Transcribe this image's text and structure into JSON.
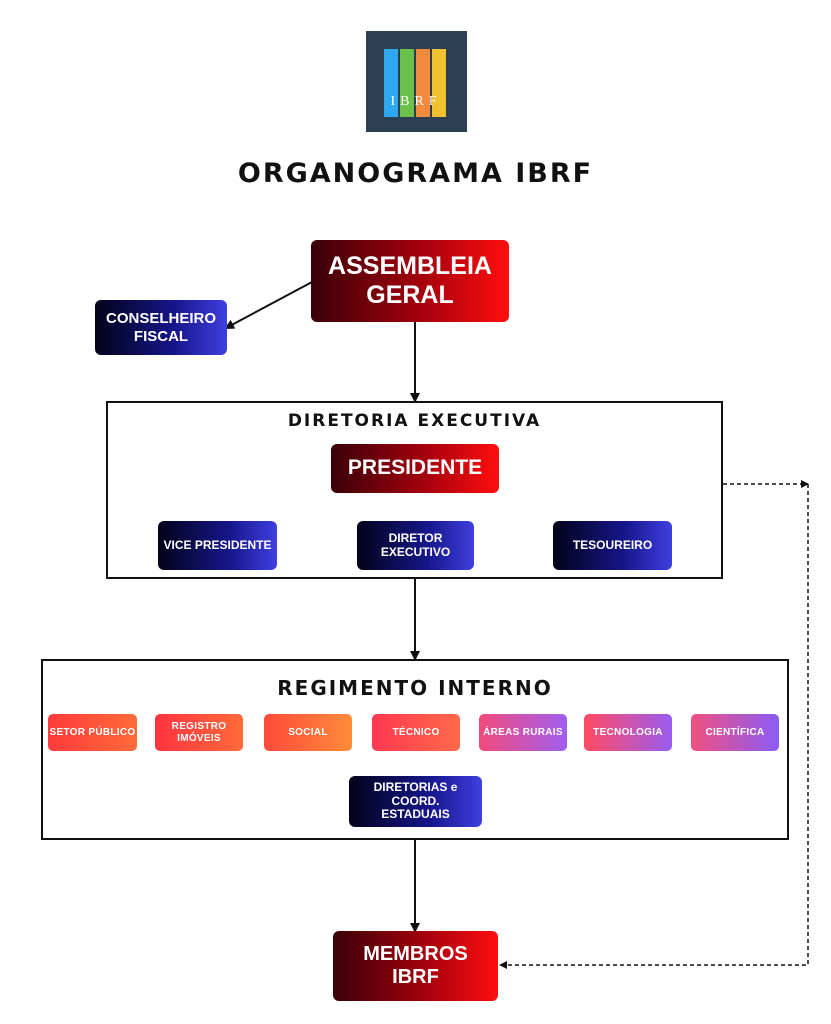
{
  "logo": {
    "text": "IBRF"
  },
  "title": "ORGANOGRAMA IBRF",
  "assembleia": {
    "line1": "ASSEMBLEIA",
    "line2": "GERAL"
  },
  "conselheiro": {
    "line1": "CONSELHEIRO",
    "line2": "FISCAL"
  },
  "diretoria": {
    "title": "DIRETORIA EXECUTIVA",
    "presidente": "PRESIDENTE",
    "vice": "VICE PRESIDENTE",
    "diretor": "DIRETOR EXECUTIVO",
    "tesoureiro": "TESOUREIRO"
  },
  "regimento": {
    "title": "REGIMENTO INTERNO",
    "items": [
      "SETOR PÚBLICO",
      "REGISTRO IMÓVEIS",
      "SOCIAL",
      "TÉCNICO",
      "ÁREAS RURAIS",
      "TECNOLOGIA",
      "CIENTÍFICA"
    ],
    "coord_line1": "DIRETORIAS e COORD.",
    "coord_line2": "ESTADUAIS"
  },
  "membros": {
    "line1": "MEMBROS",
    "line2": "IBRF"
  },
  "colors": {
    "chip_gradients": [
      [
        "#ff3b3b",
        "#ff6a3a"
      ],
      [
        "#ff3340",
        "#ff6b3a"
      ],
      [
        "#ff4a3a",
        "#ff8c3a"
      ],
      [
        "#ff3850",
        "#ff6a4a"
      ],
      [
        "#f24a7a",
        "#a05ef0"
      ],
      [
        "#ff4a60",
        "#9a5cf2"
      ],
      [
        "#f05080",
        "#8a5cf5"
      ]
    ]
  }
}
